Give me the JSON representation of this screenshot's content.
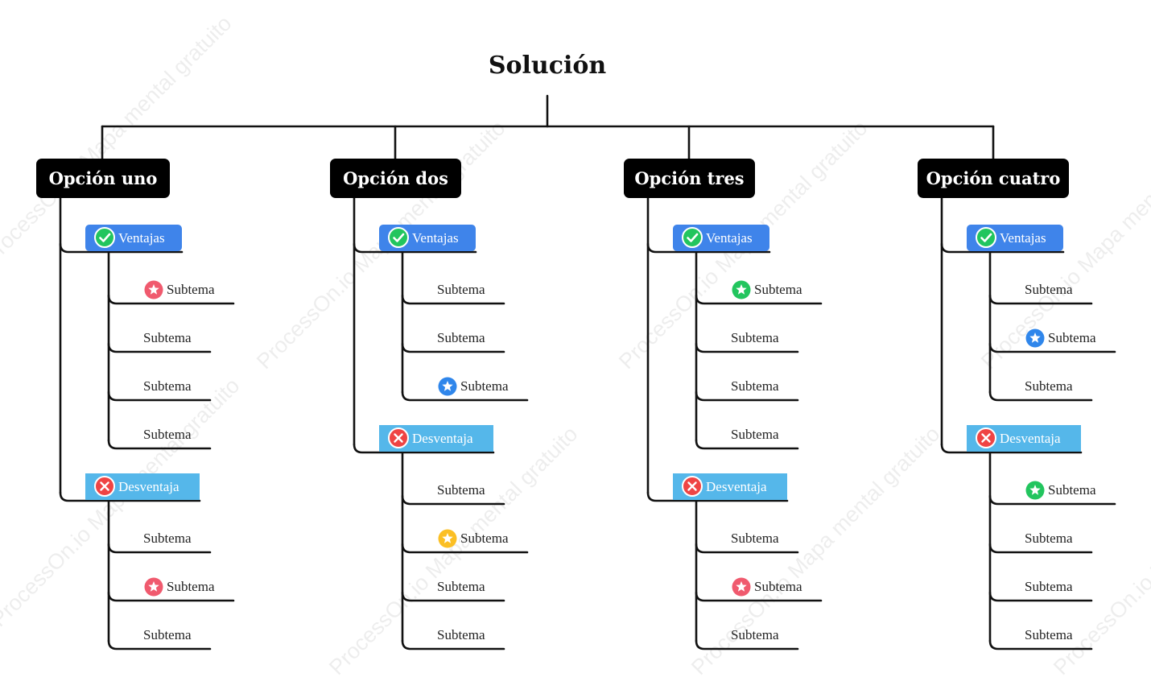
{
  "watermark": "ProcessOn.io Mapa mental gratuito",
  "root": {
    "label": "Solución"
  },
  "colors": {
    "line": "#111111",
    "column_bg": "#000000",
    "ventajas_bg": "#3f84ea",
    "desventaja_bg": "#55b7ea",
    "check": "#22c55e",
    "cross": "#ef4444"
  },
  "columns": [
    {
      "label": "Opción uno",
      "groups": [
        {
          "type": "ventajas",
          "label": "Ventajas",
          "icon": "check-icon",
          "items": [
            {
              "label": "Subtema",
              "icon": "star-icon",
              "icon_color": "#f05a6e"
            },
            {
              "label": "Subtema"
            },
            {
              "label": "Subtema"
            },
            {
              "label": "Subtema"
            }
          ]
        },
        {
          "type": "desventaja",
          "label": "Desventaja",
          "icon": "cross-icon",
          "items": [
            {
              "label": "Subtema"
            },
            {
              "label": "Subtema",
              "icon": "star-icon",
              "icon_color": "#f05a6e"
            },
            {
              "label": "Subtema"
            }
          ]
        }
      ]
    },
    {
      "label": "Opción dos",
      "groups": [
        {
          "type": "ventajas",
          "label": "Ventajas",
          "icon": "check-icon",
          "items": [
            {
              "label": "Subtema"
            },
            {
              "label": "Subtema"
            },
            {
              "label": "Subtema",
              "icon": "star-icon",
              "icon_color": "#2f86eb"
            }
          ]
        },
        {
          "type": "desventaja",
          "label": "Desventaja",
          "icon": "cross-icon",
          "items": [
            {
              "label": "Subtema"
            },
            {
              "label": "Subtema",
              "icon": "star-icon",
              "icon_color": "#fbbf24"
            },
            {
              "label": "Subtema"
            },
            {
              "label": "Subtema"
            }
          ]
        }
      ]
    },
    {
      "label": "Opción tres",
      "groups": [
        {
          "type": "ventajas",
          "label": "Ventajas",
          "icon": "check-icon",
          "items": [
            {
              "label": "Subtema",
              "icon": "star-icon",
              "icon_color": "#22c55e"
            },
            {
              "label": "Subtema"
            },
            {
              "label": "Subtema"
            },
            {
              "label": "Subtema"
            }
          ]
        },
        {
          "type": "desventaja",
          "label": "Desventaja",
          "icon": "cross-icon",
          "items": [
            {
              "label": "Subtema"
            },
            {
              "label": "Subtema",
              "icon": "star-icon",
              "icon_color": "#f05a6e"
            },
            {
              "label": "Subtema"
            }
          ]
        }
      ]
    },
    {
      "label": "Opción cuatro",
      "groups": [
        {
          "type": "ventajas",
          "label": "Ventajas",
          "icon": "check-icon",
          "items": [
            {
              "label": "Subtema"
            },
            {
              "label": "Subtema",
              "icon": "star-icon",
              "icon_color": "#2f86eb"
            },
            {
              "label": "Subtema"
            }
          ]
        },
        {
          "type": "desventaja",
          "label": "Desventaja",
          "icon": "cross-icon",
          "items": [
            {
              "label": "Subtema",
              "icon": "star-icon",
              "icon_color": "#22c55e"
            },
            {
              "label": "Subtema"
            },
            {
              "label": "Subtema"
            },
            {
              "label": "Subtema"
            }
          ]
        }
      ]
    }
  ]
}
